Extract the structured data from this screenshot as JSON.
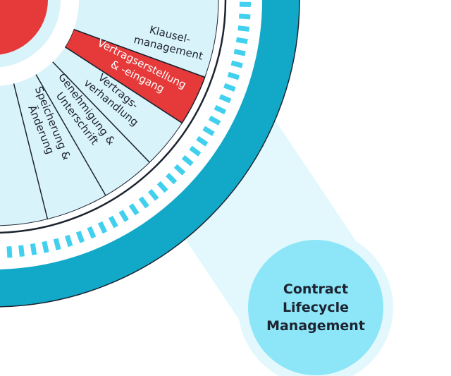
{
  "colors": {
    "outer_ring": "#12a9c9",
    "outer_ring_edge": "#1c2430",
    "inner_disc": "#d9f3fb",
    "dash": "#41d0ee",
    "halo": "#e3f8fd",
    "core_circle": "#8ce6f8",
    "highlight": "#e63a3a",
    "text": "#1d2330",
    "highlight_text": "#ffffff"
  },
  "segments": [
    {
      "id": "klauselmanagement",
      "lines": [
        "Klausel-",
        "management"
      ],
      "highlighted": false
    },
    {
      "id": "vertragserstellung",
      "lines": [
        "Vertragserstellung",
        "& -eingang"
      ],
      "highlighted": true
    },
    {
      "id": "vertragsverhandlung",
      "lines": [
        "Vertrags-",
        "verhandlung"
      ],
      "highlighted": false
    },
    {
      "id": "genehmigung",
      "lines": [
        "Genehmigung &",
        "Unterschrift"
      ],
      "highlighted": false
    },
    {
      "id": "speicherung",
      "lines": [
        "Speicherung &",
        "Änderung"
      ],
      "highlighted": false
    }
  ],
  "center": {
    "lines": [
      "Contract",
      "Lifecycle",
      "Management"
    ]
  }
}
